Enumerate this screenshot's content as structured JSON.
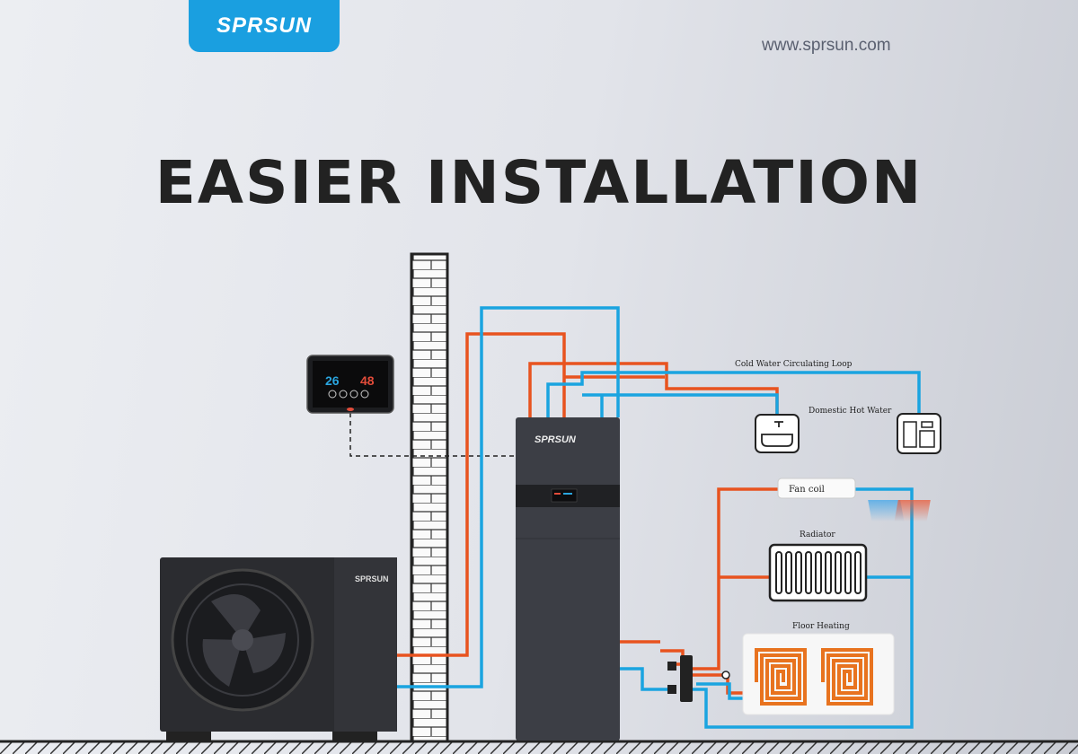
{
  "brand": {
    "logo": "SPRSUN",
    "website": "www.sprsun.com"
  },
  "headline": "EASIER INSTALLATION",
  "controller": {
    "left_temp": "26",
    "right_temp": "48"
  },
  "labels": {
    "cold_loop": "Cold Water Circulating Loop",
    "dhw": "Domestic Hot Water",
    "fan_coil": "Fan coil",
    "radiator": "Radiator",
    "floor_heating": "Floor Heating"
  },
  "units": {
    "outdoor_logo": "SPRSUN",
    "indoor_logo": "SPRSUN"
  },
  "colors": {
    "hot_pipe": "#e8531f",
    "cold_pipe": "#1aa4e0",
    "brand": "#1a9fe0"
  }
}
